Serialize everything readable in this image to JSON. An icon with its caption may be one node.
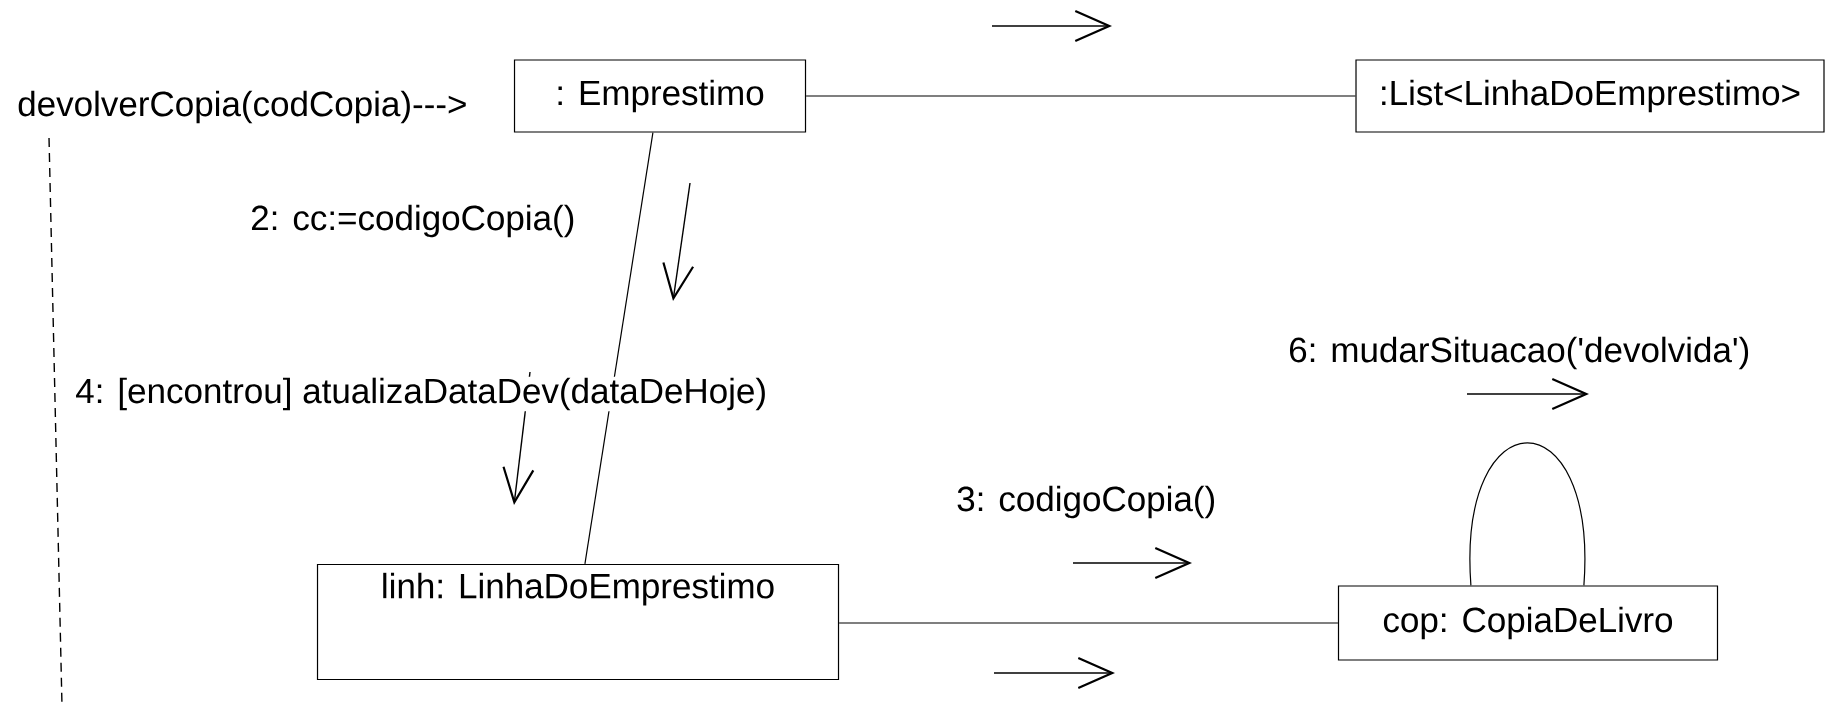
{
  "diagram": {
    "nodes": [
      {
        "text": [
          ": Emprestimo"
        ]
      },
      {
        "text": [
          ":List<LinhaDoEmprestimo>"
        ]
      },
      {
        "text": [
          "linh: LinhaDoEmprestimo"
        ]
      },
      {
        "text": [
          "cop: CopiaDeLivro"
        ]
      }
    ],
    "edges": [
      {
        "from": 0,
        "to": 1,
        "arrow": "none"
      },
      {
        "from": 0,
        "to": 2,
        "arrow": "none"
      },
      {
        "from": 2,
        "to": 3,
        "arrow": "none"
      },
      {
        "from": 3,
        "to": 3,
        "arrow": "none"
      }
    ],
    "labels": [
      "devolverCopia(codCopia)--->",
      "2: cc:=codigoCopia()",
      "6: mudarSituacao('devolvida')",
      "4: [encontrou] atualizaDataDev(dataDeHoje)",
      "3: codigoCopia()"
    ]
  }
}
